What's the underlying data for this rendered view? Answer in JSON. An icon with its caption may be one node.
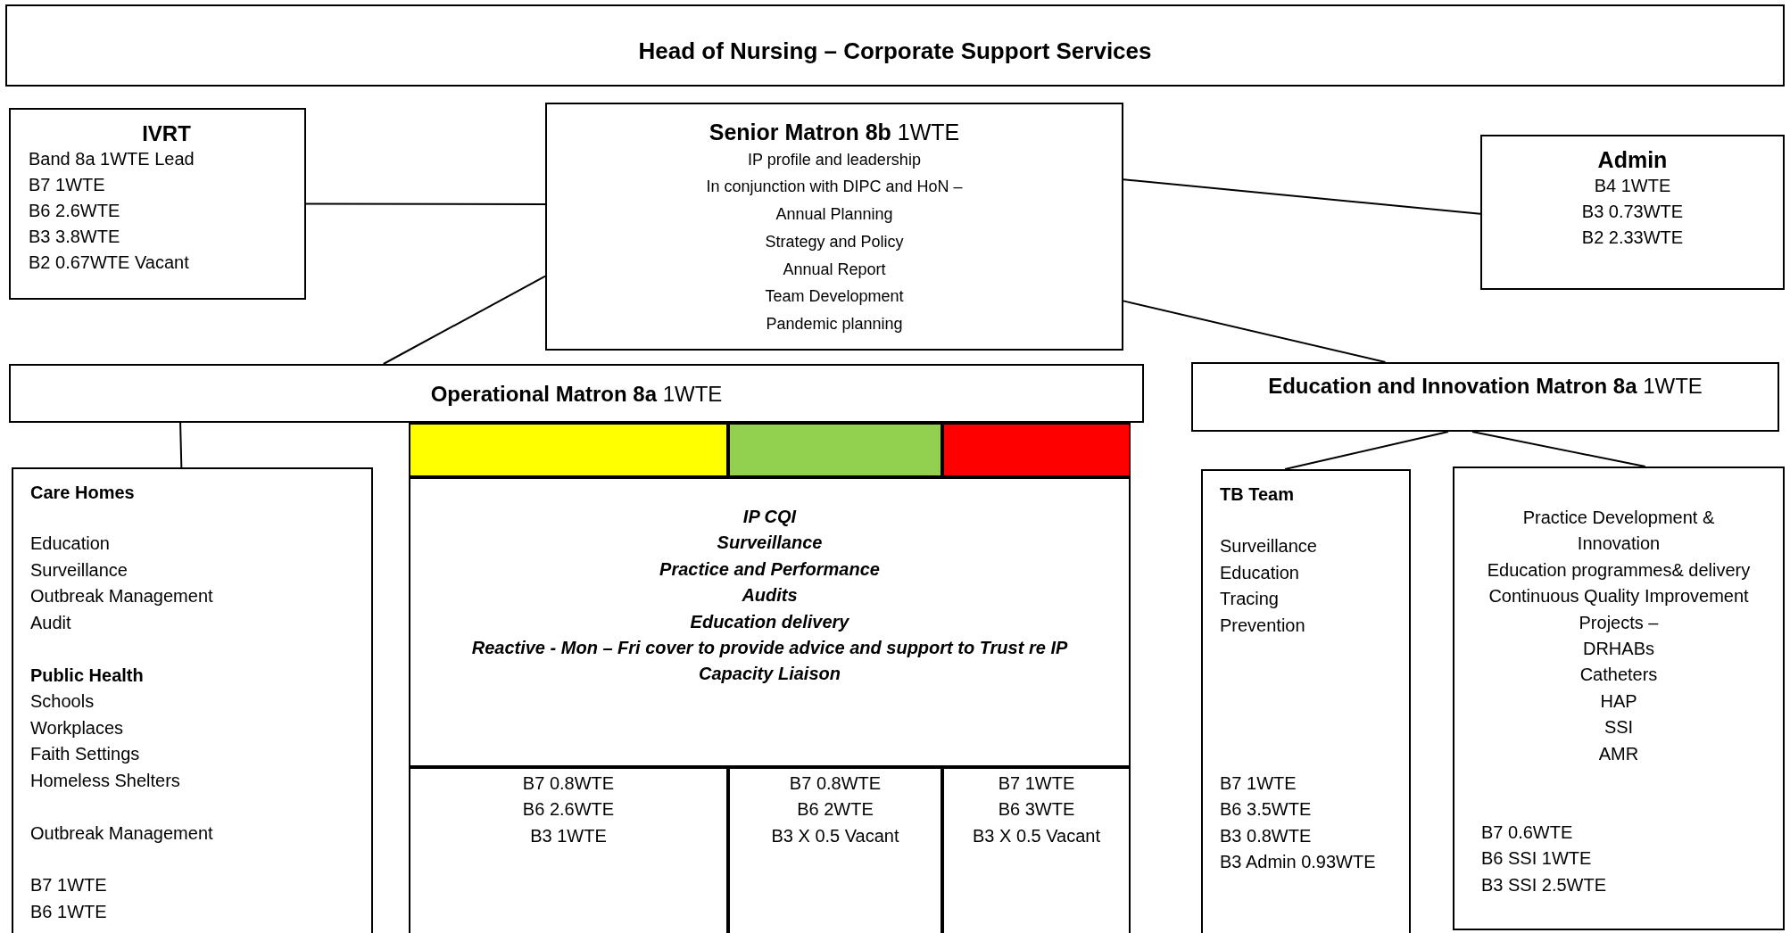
{
  "diagram": {
    "nodes": [
      {
        "text": [
          "Head of Nursing – Corporate Support Services"
        ]
      },
      {
        "text": [
          "IVRT",
          "Band 8a 1WTE Lead",
          "B7 1WTE",
          "B6 2.6WTE",
          "B3 3.8WTE",
          "B2 0.67WTE Vacant"
        ]
      },
      {
        "text": [
          "**Senior Matron 8b** 1WTE",
          "IP profile and leadership",
          "In conjunction with DIPC and HoN –",
          "Annual Planning",
          "Strategy and Policy",
          "Annual Report",
          "Team Development",
          "Pandemic planning"
        ]
      },
      {
        "text": [
          "Admin",
          "B4 1WTE",
          "B3 0.73WTE",
          "B2 2.33WTE"
        ]
      },
      {
        "text": [
          "**Operational Matron 8a** 1WTE"
        ]
      },
      {
        "text": [
          "**Education and Innovation Matron 8a** 1WTE"
        ]
      },
      {
        "text": [
          "Care Homes",
          "Education",
          "Surveillance",
          "Outbreak Management",
          "Audit",
          "Public Health",
          "Schools",
          "Workplaces",
          "Faith Settings",
          "Homeless Shelters",
          "Outbreak Management",
          "B7 1WTE",
          "B6 1WTE"
        ]
      },
      {
        "text": [],
        "shape": "bar"
      },
      {
        "text": [],
        "shape": "bar"
      },
      {
        "text": [],
        "shape": "bar"
      },
      {
        "text": [
          "IP CQI",
          "Surveillance",
          "Practice and Performance",
          "Audits",
          "Education delivery",
          "Reactive - Mon – Fri cover to provide advice and support to Trust re IP",
          "Capacity Liaison"
        ]
      },
      {
        "text": [
          "B7 0.8WTE",
          "B6 2.6WTE",
          "B3 1WTE"
        ]
      },
      {
        "text": [
          "B7 0.8WTE",
          "B6 2WTE",
          "B3 X 0.5 Vacant"
        ]
      },
      {
        "text": [
          "B7 1WTE",
          "B6 3WTE",
          "B3 X 0.5 Vacant"
        ]
      },
      {
        "text": [
          "TB Team",
          "Surveillance",
          "Education",
          "Tracing",
          "Prevention",
          "B7 1WTE",
          "B6 3.5WTE",
          "B3 0.8WTE",
          "B3 Admin 0.93WTE"
        ]
      },
      {
        "text": [
          "Practice Development & Innovation",
          "Education programmes& delivery",
          "Continuous Quality Improvement",
          "Projects –",
          "DRHABs",
          "Catheters",
          "HAP",
          "SSI",
          "AMR",
          "B7 0.6WTE",
          "B6 SSI 1WTE",
          "B3 SSI 2.5WTE"
        ]
      }
    ],
    "edges": [
      {
        "from": 1,
        "to": 2,
        "arrow": "none"
      },
      {
        "from": 2,
        "to": 3,
        "arrow": "none"
      },
      {
        "from": 2,
        "to": 4,
        "arrow": "none"
      },
      {
        "from": 2,
        "to": 5,
        "arrow": "none"
      },
      {
        "from": 4,
        "to": 6,
        "arrow": "none"
      },
      {
        "from": 5,
        "to": 14,
        "arrow": "none"
      },
      {
        "from": 5,
        "to": 15,
        "arrow": "none"
      }
    ]
  }
}
